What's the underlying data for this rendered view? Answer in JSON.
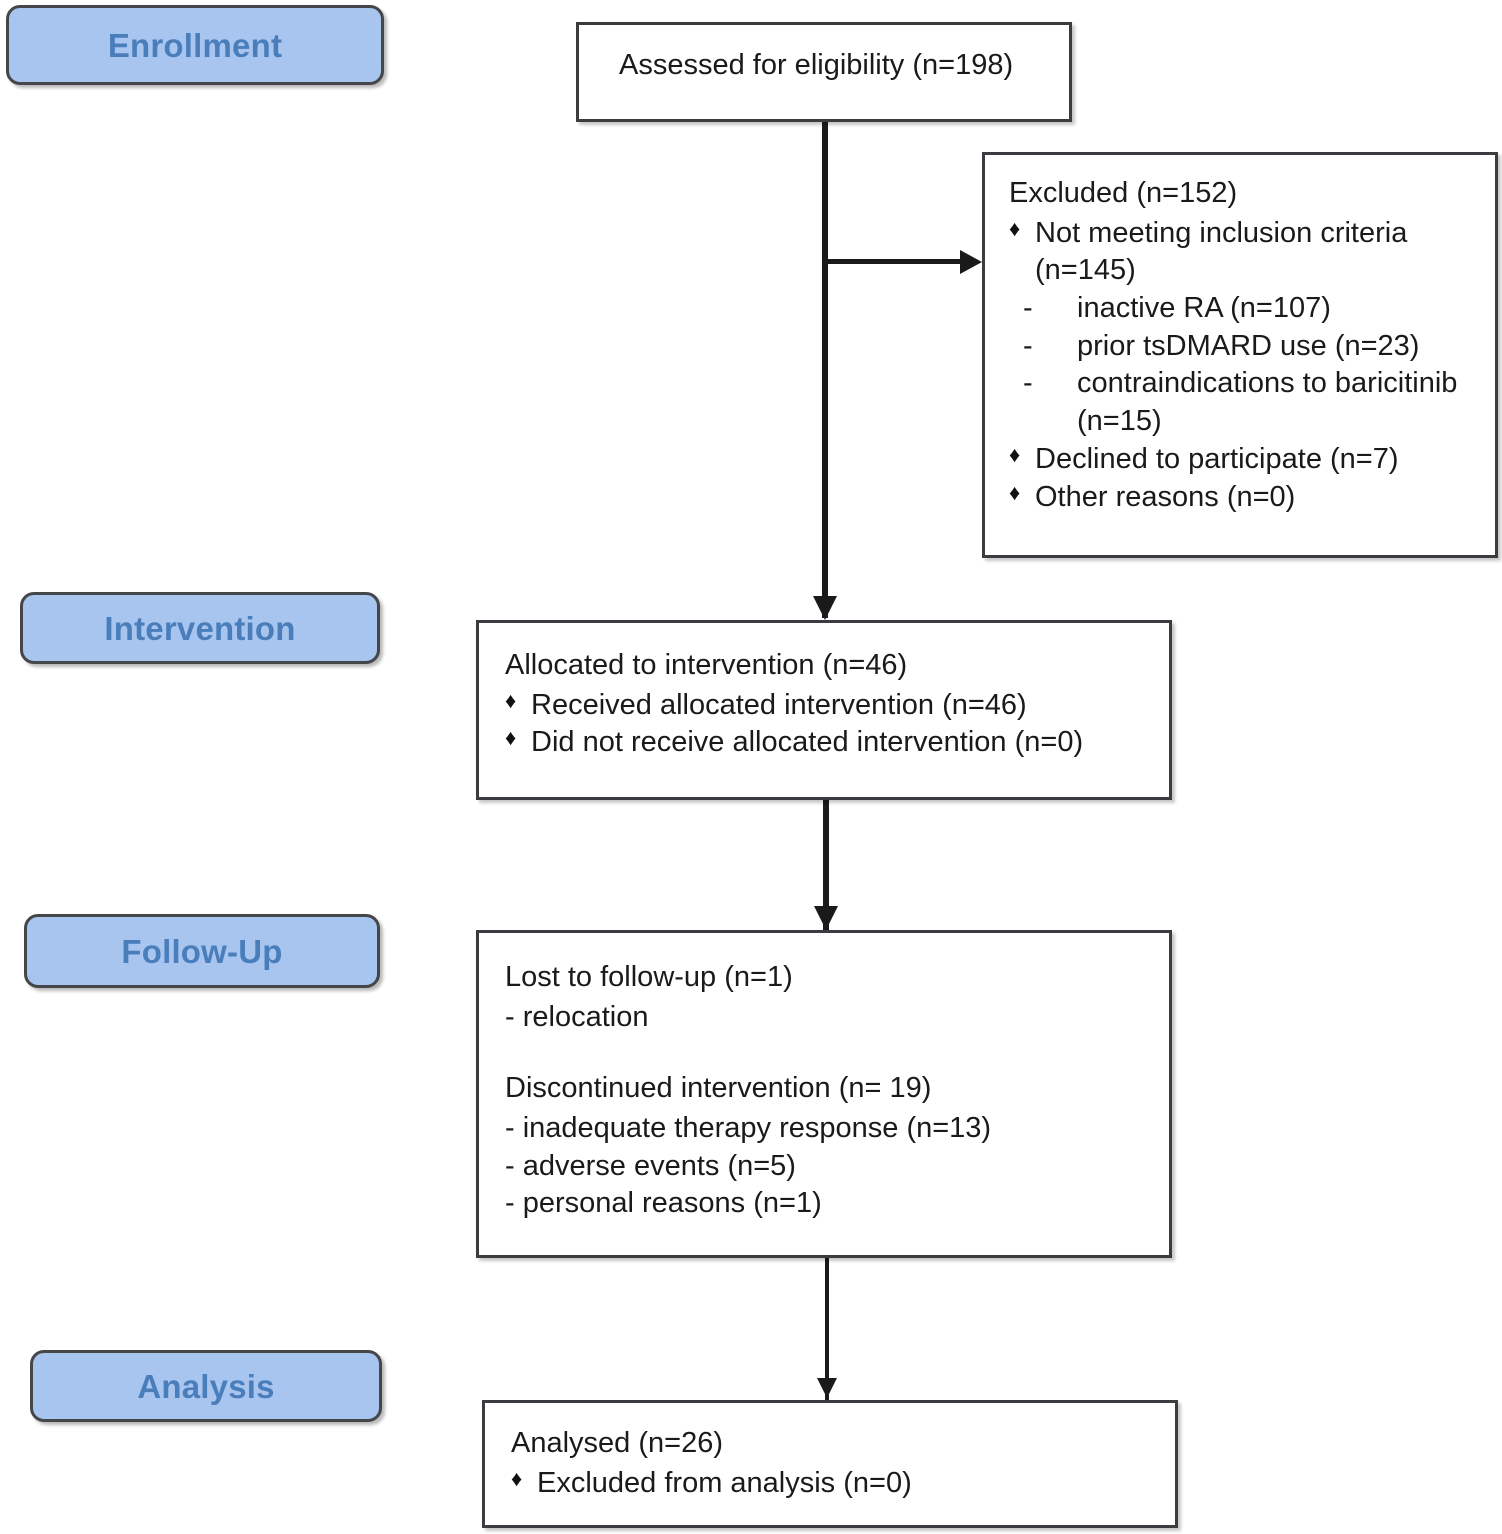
{
  "diagram": {
    "title": "CONSORT participant flow diagram",
    "accent_color": "#a8c5f0",
    "label_text_color": "#4a7ebb",
    "border_color": "#3a3c3f",
    "line_color": "#1a1a1a"
  },
  "stages": {
    "enrollment": "Enrollment",
    "intervention": "Intervention",
    "followup": "Follow-Up",
    "analysis": "Analysis"
  },
  "boxes": {
    "assessed": {
      "line1": "Assessed for eligibility (n=198)"
    },
    "excluded": {
      "header": "Excluded (n=152)",
      "bullet1": "Not meeting inclusion criteria (n=145)",
      "sub1": "inactive RA (n=107)",
      "sub2": "prior tsDMARD use (n=23)",
      "sub3": "contraindications to baricitinib (n=15)",
      "bullet2": "Declined to participate (n=7)",
      "bullet3": "Other reasons (n=0)",
      "bullet_glyph": "♦",
      "dash_glyph": "-"
    },
    "allocated": {
      "header": "Allocated to intervention (n=46)",
      "bullet1": "Received allocated intervention (n=46)",
      "bullet2": "Did not receive allocated intervention (n=0)",
      "bullet_glyph": "♦"
    },
    "followup": {
      "header1": "Lost to follow-up (n=1)",
      "line1": "- relocation",
      "header2": "Discontinued intervention (n= 19)",
      "line2": "- inadequate therapy response (n=13)",
      "line3": "- adverse events (n=5)",
      "line4": "- personal reasons (n=1)"
    },
    "analysed": {
      "header": "Analysed (n=26)",
      "bullet1": "Excluded from analysis (n=0)",
      "bullet_glyph": "♦"
    }
  },
  "connectors": {
    "assessed_to_allocated": "vertical-arrow-down",
    "assessed_to_excluded": "horizontal-arrow-right",
    "allocated_to_followup": "vertical-arrow-down",
    "followup_to_analysed": "vertical-arrow-down"
  }
}
